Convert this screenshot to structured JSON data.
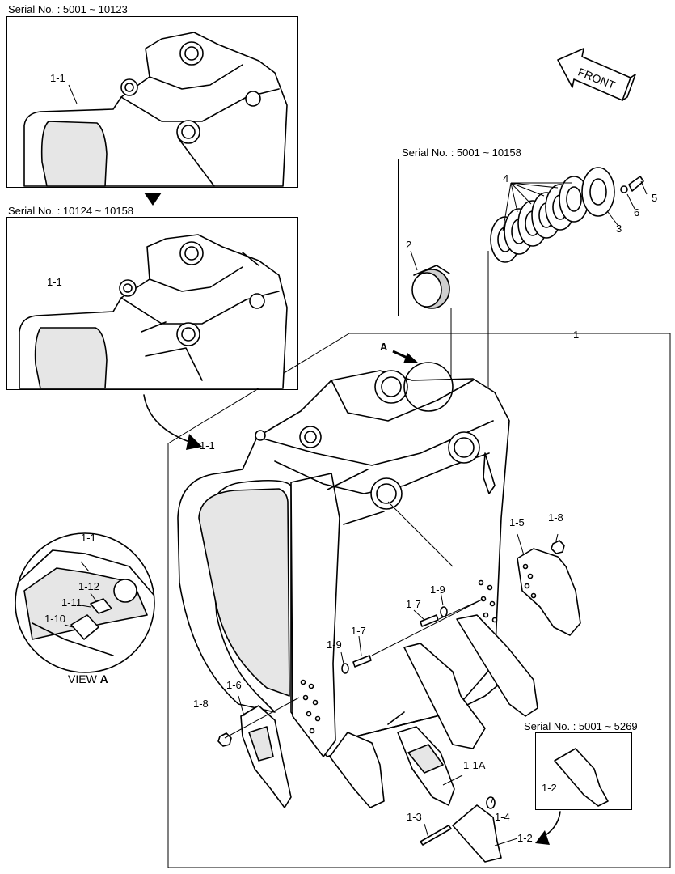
{
  "serials": {
    "top": "Serial No. : 5001 ~ 10123",
    "mid": "Serial No. : 10124 ~ 10158",
    "pin": "Serial No. : 5001 ~ 10158",
    "tooth": "Serial No. : 5001 ~ 5269"
  },
  "front_label": "FRONT",
  "view_label": "VIEW ",
  "view_letter": "A",
  "arrow_letter": "A",
  "parts": {
    "p1": "1",
    "p2": "2",
    "p3": "3",
    "p4": "4",
    "p5": "5",
    "p6": "6",
    "p1_1": "1-1",
    "p1_1A": "1-1A",
    "p1_2": "1-2",
    "p1_3": "1-3",
    "p1_4": "1-4",
    "p1_5": "1-5",
    "p1_6": "1-6",
    "p1_7": "1-7",
    "p1_8": "1-8",
    "p1_9": "1-9",
    "p1_10": "1-10",
    "p1_11": "1-11",
    "p1_12": "1-12"
  }
}
